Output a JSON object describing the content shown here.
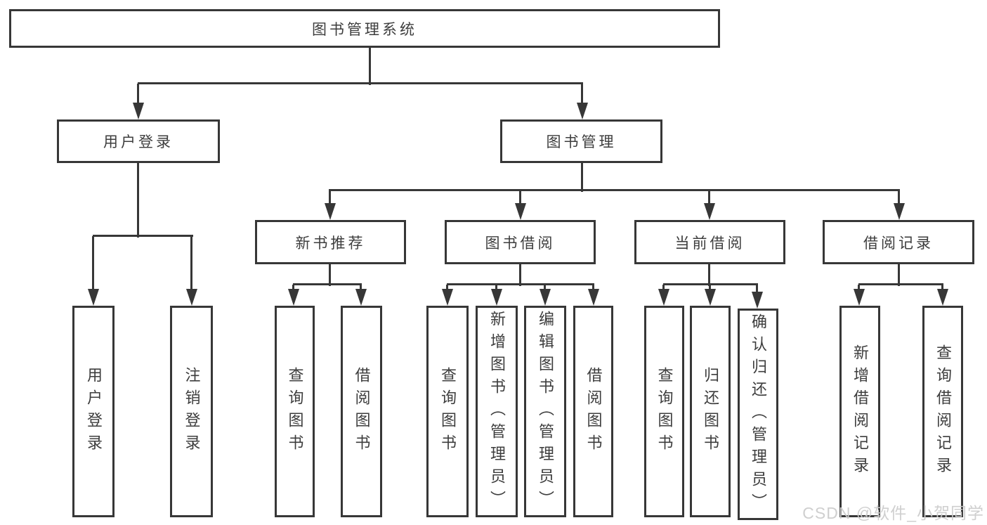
{
  "page": {
    "watermark": "CSDN @软件_小贺同学"
  },
  "colors": {
    "line": "#373737",
    "text": "#3d3d3d",
    "watermark": "#cccccc",
    "background": "#ffffff"
  },
  "nodes": {
    "root": {
      "label": "图书管理系统",
      "children": [
        "user_login",
        "book_management"
      ]
    },
    "user_login": {
      "label": "用户登录",
      "children": [
        "login",
        "logout"
      ]
    },
    "book_management": {
      "label": "图书管理",
      "children": [
        "new_book_recommend",
        "book_borrow",
        "current_borrow",
        "borrow_records"
      ]
    },
    "new_book_recommend": {
      "label": "新书推荐",
      "children": [
        "query_book_a",
        "borrow_book_a"
      ]
    },
    "book_borrow": {
      "label": "图书借阅",
      "children": [
        "query_book_b",
        "add_book",
        "edit_book",
        "borrow_book_b"
      ]
    },
    "current_borrow": {
      "label": "当前借阅",
      "children": [
        "query_book_c",
        "return_book",
        "confirm_return"
      ]
    },
    "borrow_records": {
      "label": "借阅记录",
      "children": [
        "add_borrow_record",
        "query_borrow_record"
      ]
    },
    "login": {
      "label": "用户登录",
      "children": []
    },
    "logout": {
      "label": "注销登录",
      "children": []
    },
    "query_book_a": {
      "label": "查询图书",
      "children": []
    },
    "borrow_book_a": {
      "label": "借阅图书",
      "children": []
    },
    "query_book_b": {
      "label": "查询图书",
      "children": []
    },
    "add_book": {
      "label": "新增图书（管理员）",
      "children": []
    },
    "edit_book": {
      "label": "编辑图书（管理员）",
      "children": []
    },
    "borrow_book_b": {
      "label": "借阅图书",
      "children": []
    },
    "query_book_c": {
      "label": "查询图书",
      "children": []
    },
    "return_book": {
      "label": "归还图书",
      "children": []
    },
    "confirm_return": {
      "label": "确认归还（管理员）",
      "children": []
    },
    "add_borrow_record": {
      "label": "新增借阅记录",
      "children": []
    },
    "query_borrow_record": {
      "label": "查询借阅记录",
      "children": []
    }
  }
}
